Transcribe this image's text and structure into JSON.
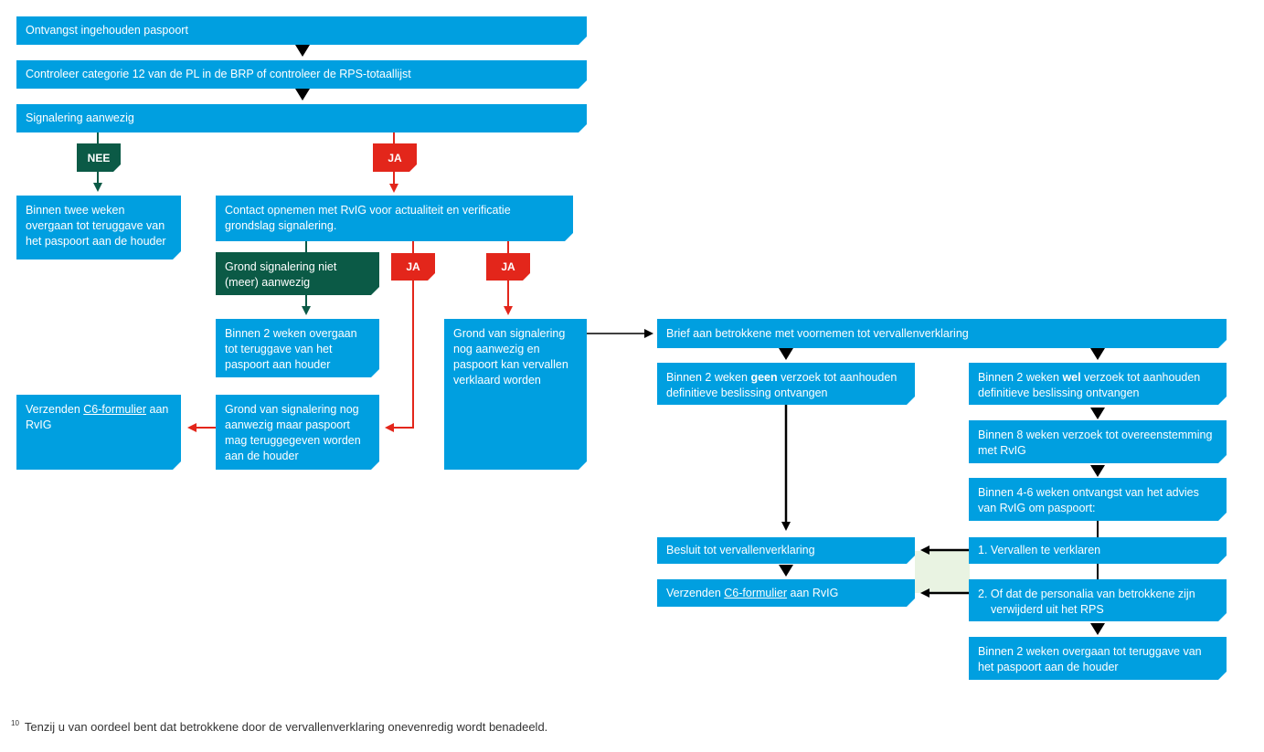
{
  "boxes": {
    "ontvangst": "Ontvangst ingehouden paspoort",
    "controleer": "Controleer categorie 12 van de PL in de BRP of controleer de RPS-totaallijst",
    "signalering": "Signalering aanwezig",
    "binnen_twee_weken": "Binnen twee weken overgaan tot teruggave van het paspoort aan de houder",
    "contact": "Contact opnemen met RvIG voor actualiteit en verificatie grondslag signalering.",
    "grond_niet_meer": "Grond signalering niet (meer) aanwezig",
    "binnen_2_weken_houder": "Binnen 2 weken overgaan tot teruggave van het paspoort aan houder",
    "verzenden_left_prefix": "Verzenden ",
    "verzenden_left_link": "C6-formulier",
    "verzenden_left_suffix": " aan RvIG",
    "grond_teruggeven": "Grond van signalering nog aanwezig maar paspoort mag teruggegeven worden aan de houder",
    "grond_vervallen": "Grond van signalering nog aanwezig en paspoort kan vervallen verklaard worden",
    "brief": "Brief aan betrokkene met voornemen tot vervallenverklaring",
    "geen_prefix": "Binnen 2 weken ",
    "geen_bold": "geen",
    "geen_suffix": " verzoek tot aanhouden definitieve beslissing ontvangen",
    "wel_prefix": "Binnen 2 weken ",
    "wel_bold": "wel",
    "wel_suffix": " verzoek tot aanhouden definitieve beslissing ontvangen",
    "binnen_8_weken": "Binnen 8 weken verzoek tot overeenstemming met RvIG",
    "binnen_4_6": "Binnen 4-6 weken ontvangst van het advies van RvIG om paspoort:",
    "besluit": "Besluit tot vervallenverklaring",
    "verzenden_right_prefix": "Verzenden ",
    "verzenden_right_link": "C6-formulier",
    "verzenden_right_suffix": " aan RvIG",
    "vervallen": "1. Vervallen te verklaren",
    "personalia": "2. Of dat de personalia van betrokkene zijn verwijderd uit het RPS",
    "binnen_2_weken_final": "Binnen 2 weken overgaan tot teruggave van het paspoort aan de houder"
  },
  "tags": {
    "nee": "NEE",
    "ja1": "JA",
    "ja2": "JA",
    "ja3": "JA"
  },
  "footnote": {
    "number": "10",
    "text": "Tenzij u van oordeel bent dat betrokkene door de vervallenverklaring onevenredig wordt benadeeld."
  },
  "colors": {
    "box": "#009fe0",
    "dark_green": "#0b5a46",
    "red": "#e3261b",
    "connector_fill": "#e9f3e2"
  }
}
